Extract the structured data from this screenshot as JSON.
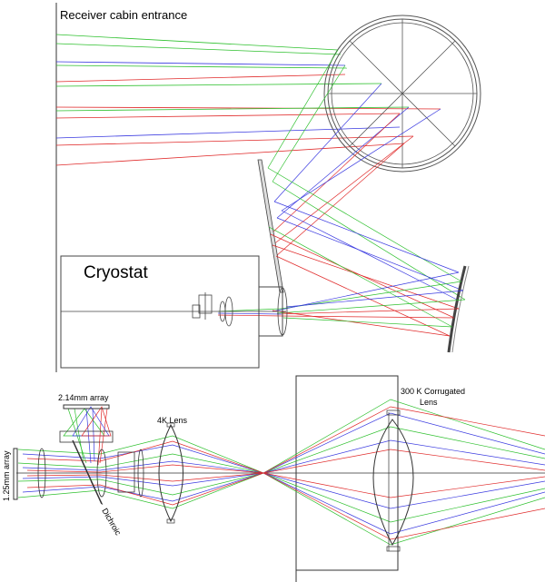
{
  "colors": {
    "green": "#2ec02e",
    "blue": "#3a3ae0",
    "red": "#e02a2a",
    "line": "#333333",
    "frame": "#555555"
  },
  "upper": {
    "cabin_label": "Receiver cabin entrance",
    "cryostat_label": "Cryostat"
  },
  "lower": {
    "array_214_label": "2.14mm array",
    "array_125_label": "1.25mm array",
    "lens_4k_label": "4K Lens",
    "lens_300k_label_line1": "300 K Corrugated",
    "lens_300k_label_line2": "Lens",
    "dichroic_label": "Dichroic"
  }
}
